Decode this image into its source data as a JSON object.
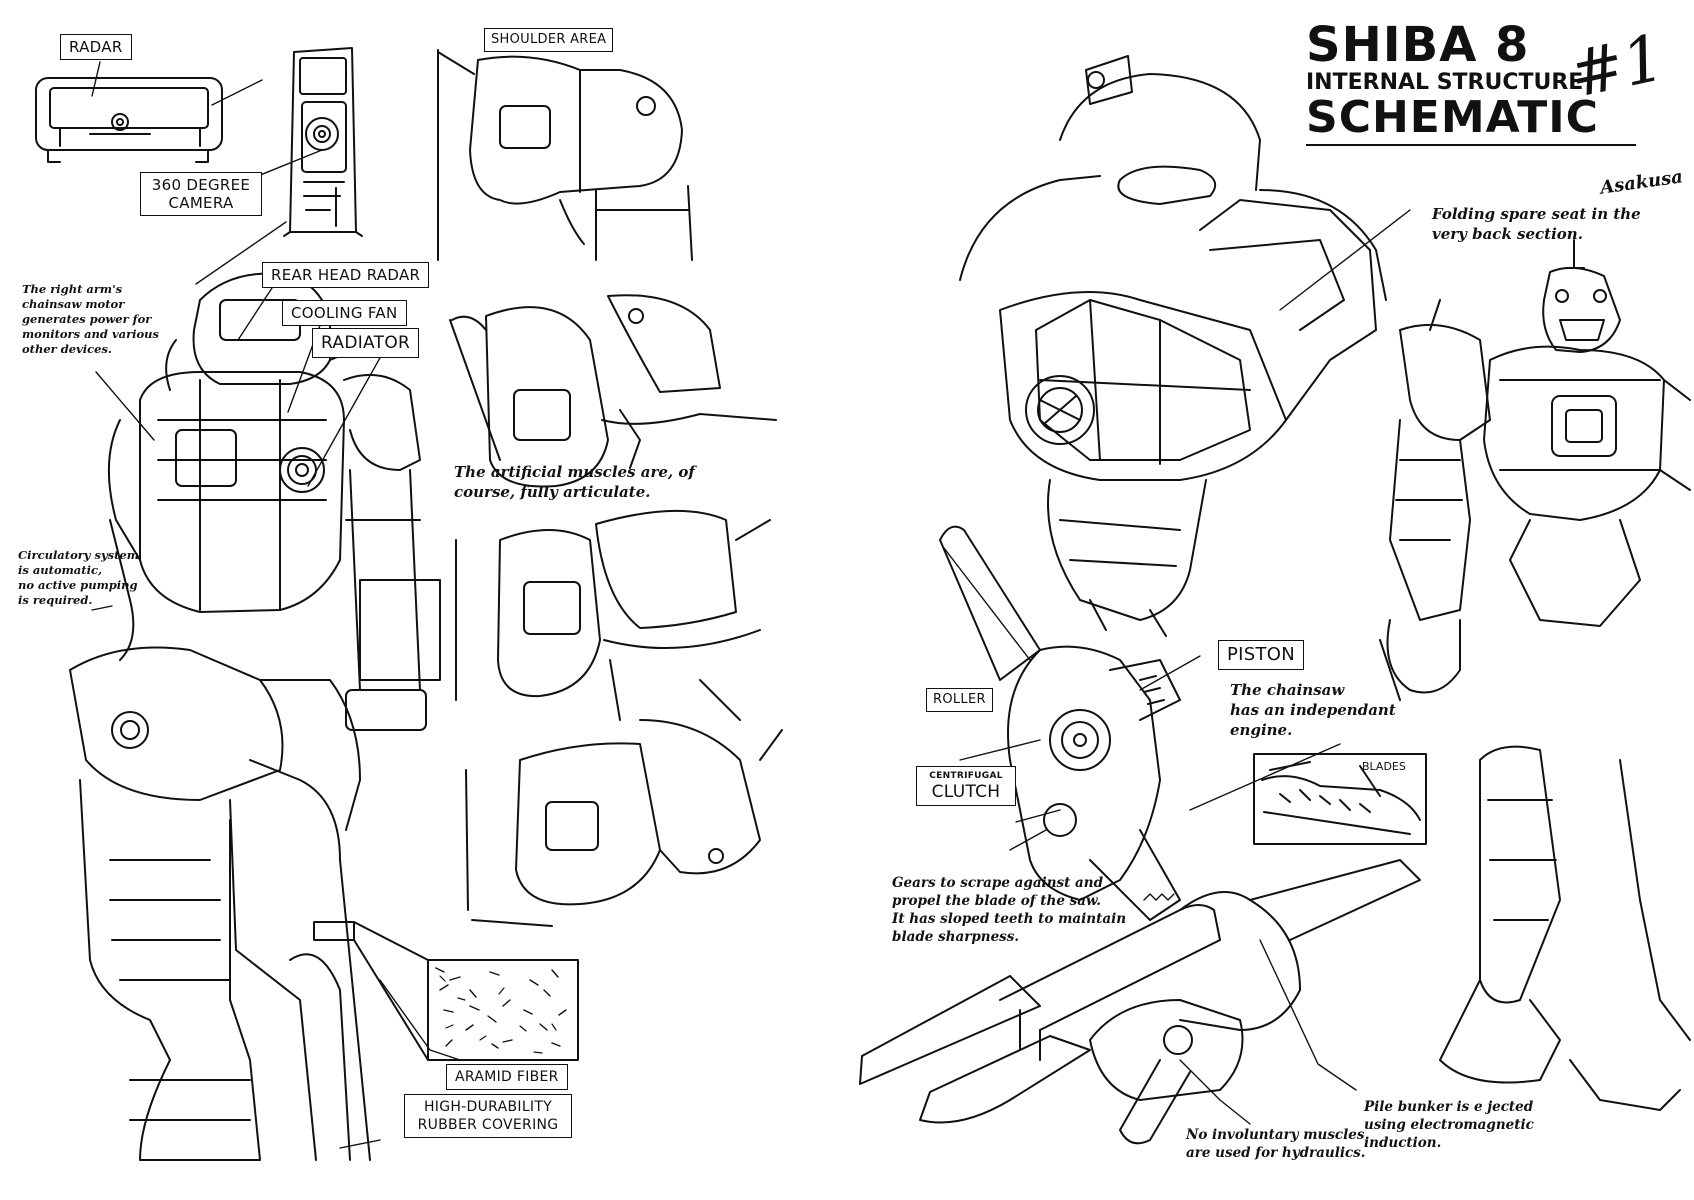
{
  "title": {
    "line1": "SHIBA 8",
    "line2": "INTERNAL STRUCTURE",
    "line3": "SCHEMATIC",
    "issue": "#1",
    "author": "Asakusa"
  },
  "labels": {
    "radar": "RADAR",
    "camera_line1": "360 DEGREE",
    "camera_line2": "CAMERA",
    "shoulder_area": "SHOULDER AREA",
    "rear_head_radar": "REAR HEAD RADAR",
    "cooling_fan": "COOLING FAN",
    "radiator": "RADIATOR",
    "aramid_fiber": "ARAMID FIBER",
    "rubber_line1": "HIGH-DURABILITY",
    "rubber_line2": "RUBBER COVERING",
    "piston": "PISTON",
    "roller": "ROLLER",
    "clutch_small": "CENTRIFUGAL",
    "clutch": "CLUTCH",
    "blades": "BLADES"
  },
  "notes": {
    "chainsaw_power": "The right arm's\nchainsaw motor\ngenerates power for\nmonitors and various\nother devices.",
    "circulatory": "Circulatory system\nis automatic,\nno active pumping\nis required.",
    "muscles": "The artificial muscles are, of\ncourse, fully articulate.",
    "spare_seat": "Folding spare seat in the\nvery back section.",
    "chainsaw_engine": "The chainsaw\nhas an independant\nengine.",
    "gears": "Gears to scrape against and\npropel the blade of the saw.\nIt has sloped teeth to maintain\nblade sharpness.",
    "hydraulics": "No involuntary muscles\nare used for hydraulics.",
    "pile_bunker": "Pile bunker is e jected\nusing electromagnetic\ninduction."
  }
}
